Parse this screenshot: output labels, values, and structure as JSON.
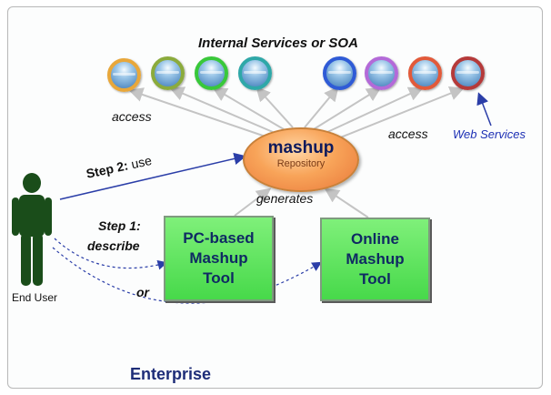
{
  "title": "Internal Services or SOA",
  "access_left": "access",
  "access_right": "access",
  "web_services": "Web Services",
  "mashup": {
    "label": "mashup",
    "sub": "Repository"
  },
  "step2": {
    "name": "Step 2:",
    "verb": "use"
  },
  "generates": "generates",
  "step1": "Step 1:",
  "describe": "describe",
  "or": "or",
  "end_user": "End User",
  "pc_tool": {
    "line1": "PC-based",
    "line2": "Mashup",
    "line3": "Tool"
  },
  "online_tool": {
    "line1": "Online",
    "line2": "Mashup",
    "line3": "Tool"
  },
  "enterprise": "Enterprise",
  "colors": {
    "service_rings": [
      "#e8a73a",
      "#8bab3c",
      "#39c83a",
      "#2fa8a8",
      "#2f5bd6",
      "#b36ad8",
      "#e25a3a",
      "#b53a3a"
    ],
    "tool_fill": "#52dd4f",
    "repository_fill": "#f4934b",
    "person": "#1a4d1a",
    "text_blue": "#1c2fb4"
  }
}
